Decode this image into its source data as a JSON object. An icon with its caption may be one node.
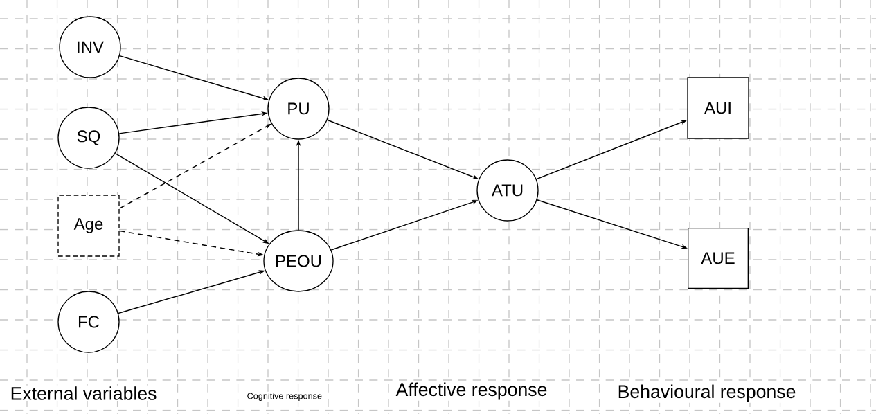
{
  "diagram": {
    "nodes": [
      {
        "text": [
          "INV"
        ]
      },
      {
        "text": [
          "SQ"
        ]
      },
      {
        "text": [
          "Age"
        ]
      },
      {
        "text": [
          "FC"
        ]
      },
      {
        "text": [
          "PU"
        ]
      },
      {
        "text": [
          "PEOU"
        ]
      },
      {
        "text": [
          "ATU"
        ]
      },
      {
        "text": [
          "AUI"
        ]
      },
      {
        "text": [
          "AUE"
        ]
      }
    ],
    "edges": [
      {
        "from": 0,
        "to": 4,
        "arrow": "to"
      },
      {
        "from": 1,
        "to": 4,
        "arrow": "to"
      },
      {
        "from": 2,
        "to": 4,
        "arrow": "to",
        "style": "dashed"
      },
      {
        "from": 1,
        "to": 5,
        "arrow": "to"
      },
      {
        "from": 2,
        "to": 5,
        "arrow": "to",
        "style": "dashed"
      },
      {
        "from": 3,
        "to": 5,
        "arrow": "to"
      },
      {
        "from": 5,
        "to": 4,
        "arrow": "to"
      },
      {
        "from": 4,
        "to": 6,
        "arrow": "to"
      },
      {
        "from": 5,
        "to": 6,
        "arrow": "to"
      },
      {
        "from": 6,
        "to": 7,
        "arrow": "to"
      },
      {
        "from": 6,
        "to": 8,
        "arrow": "to"
      }
    ],
    "labels": [
      "External variables",
      "Cognitive response",
      "Affective response",
      "Behavioural response"
    ]
  }
}
